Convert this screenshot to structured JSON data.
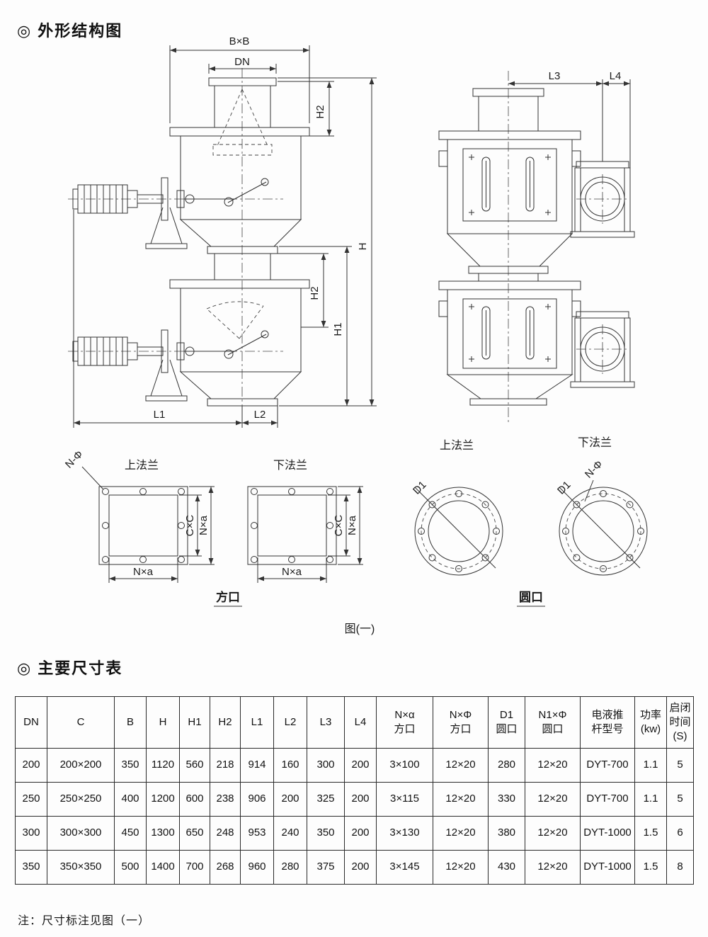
{
  "page": {
    "section1_title": "◎ 外形结构图",
    "section2_title": "◎ 主要尺寸表",
    "note": "注：尺寸标注见图（一）"
  },
  "colors": {
    "background": "#fdfdfd",
    "line": "#333333",
    "ink": "#1a1a1a"
  },
  "drawing": {
    "figure_caption": "图(一)",
    "dims": {
      "bxb": "B×B",
      "dn": "DN",
      "h2": "H2",
      "h": "H",
      "h1": "H1",
      "l1": "L1",
      "l2": "L2",
      "l3": "L3",
      "l4": "L4"
    },
    "square_flange": {
      "upper": "上法兰",
      "lower": "下法兰",
      "n_phi": "N-Φ",
      "cxc": "C×C",
      "nxa": "N×a",
      "caption": "方口"
    },
    "round_flange": {
      "upper": "上法兰",
      "lower": "下法兰",
      "n_phi": "N-Φ",
      "d1": "D1",
      "caption": "圆口"
    }
  },
  "table": {
    "headers": [
      [
        "DN"
      ],
      [
        "C"
      ],
      [
        "B"
      ],
      [
        "H"
      ],
      [
        "H1"
      ],
      [
        "H2"
      ],
      [
        "L1"
      ],
      [
        "L2"
      ],
      [
        "L3"
      ],
      [
        "L4"
      ],
      [
        "N×α",
        "方口"
      ],
      [
        "N×Φ",
        "方口"
      ],
      [
        "D1",
        "圆口"
      ],
      [
        "N1×Φ",
        "圆口"
      ],
      [
        "电液推",
        "杆型号"
      ],
      [
        "功率",
        "(kw)"
      ],
      [
        "启闭",
        "时间",
        "(S)"
      ]
    ],
    "rows": [
      [
        "200",
        "200×200",
        "350",
        "1120",
        "560",
        "218",
        "914",
        "160",
        "300",
        "200",
        "3×100",
        "12×20",
        "280",
        "12×20",
        "DYT-700",
        "1.1",
        "5"
      ],
      [
        "250",
        "250×250",
        "400",
        "1200",
        "600",
        "238",
        "906",
        "200",
        "325",
        "200",
        "3×115",
        "12×20",
        "330",
        "12×20",
        "DYT-700",
        "1.1",
        "5"
      ],
      [
        "300",
        "300×300",
        "450",
        "1300",
        "650",
        "248",
        "953",
        "240",
        "350",
        "200",
        "3×130",
        "12×20",
        "380",
        "12×20",
        "DYT-1000",
        "1.5",
        "6"
      ],
      [
        "350",
        "350×350",
        "500",
        "1400",
        "700",
        "268",
        "960",
        "280",
        "375",
        "200",
        "3×145",
        "12×20",
        "430",
        "12×20",
        "DYT-1000",
        "1.5",
        "8"
      ]
    ]
  }
}
